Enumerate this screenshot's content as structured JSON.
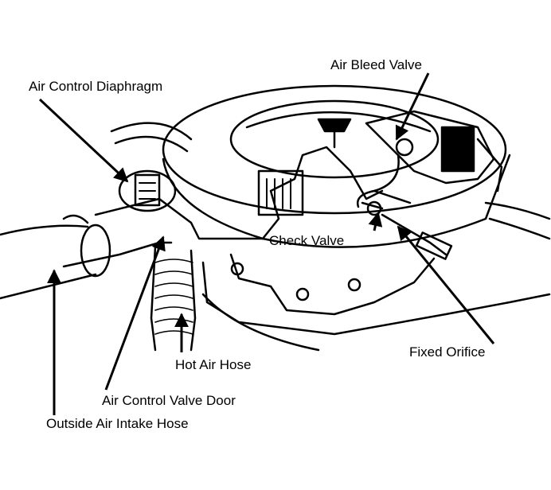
{
  "labels": {
    "air_bleed_valve": "Air Bleed Valve",
    "air_control_diaphragm": "Air Control Diaphragm",
    "check_valve": "Check Valve",
    "fixed_orifice": "Fixed Orifice",
    "hot_air_hose": "Hot Air Hose",
    "air_control_valve_door": "Air Control Valve Door",
    "outside_air_intake_hose": "Outside Air Intake Hose"
  },
  "colors": {
    "ink": "#000000",
    "paper": "#ffffff"
  }
}
